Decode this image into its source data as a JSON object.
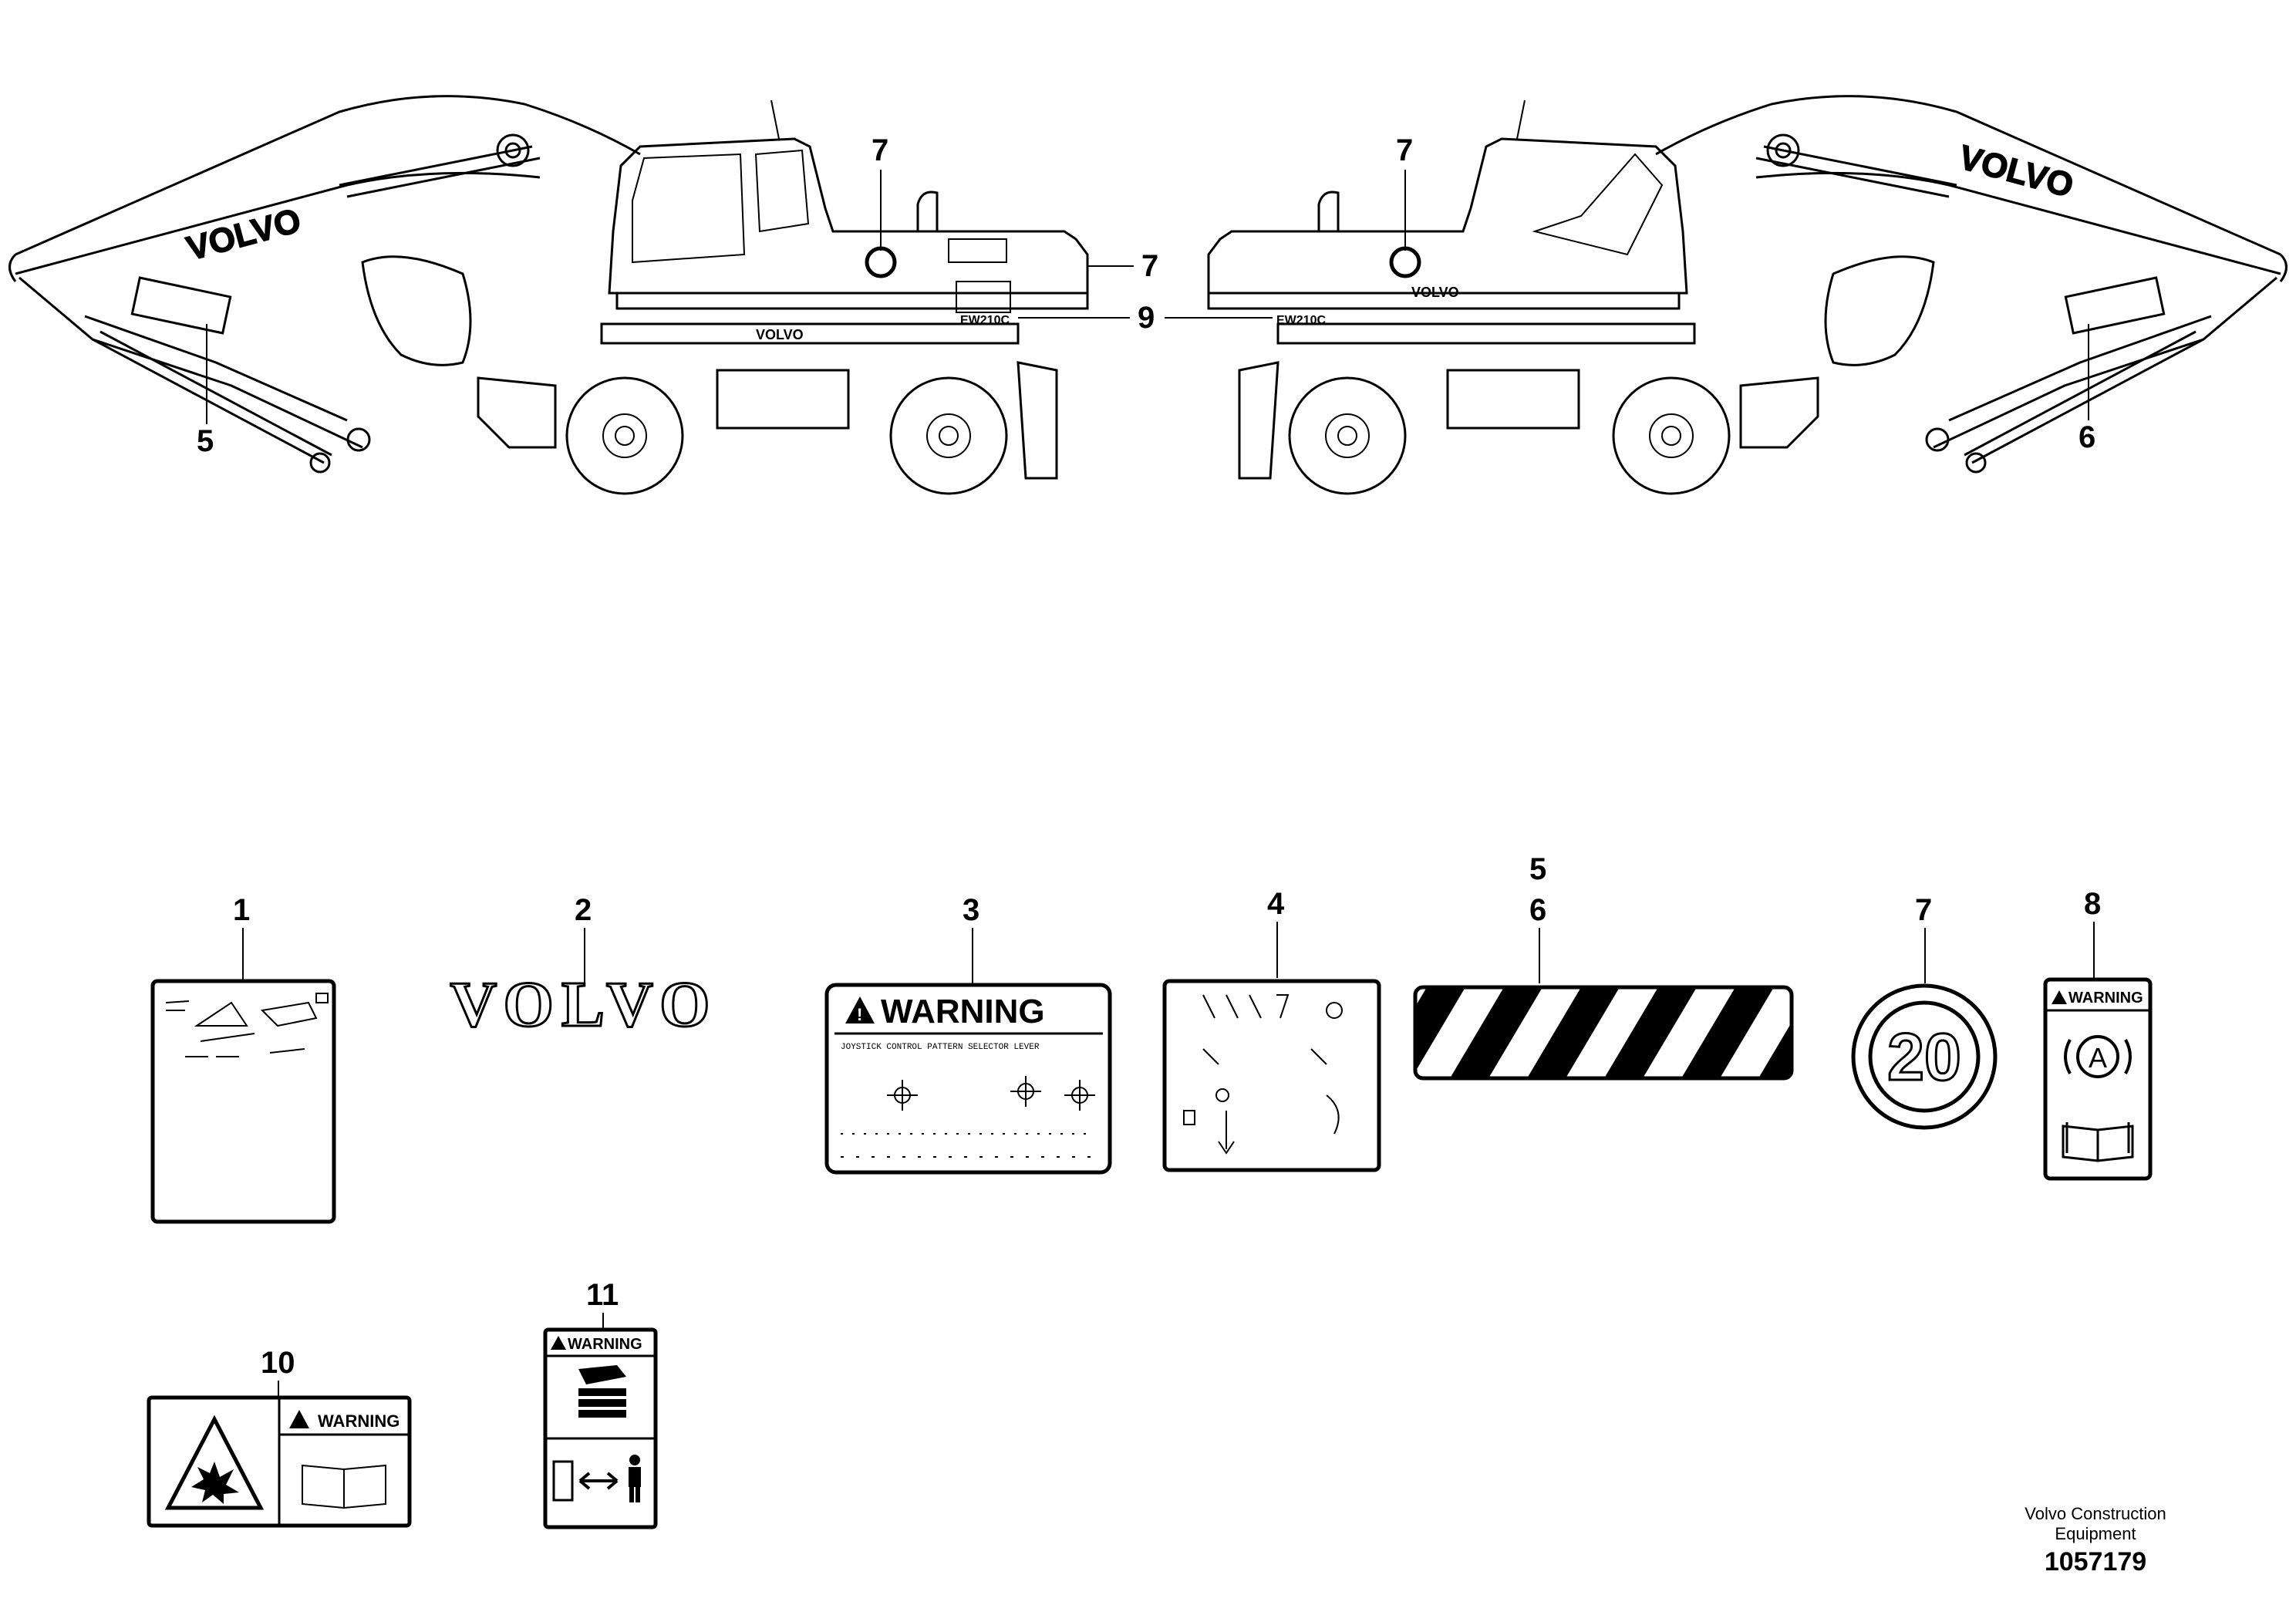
{
  "callouts": {
    "top_left_7": "7",
    "top_left_7b": "7",
    "top_left_9": "9",
    "top_left_5": "5",
    "top_right_7": "7",
    "top_right_6": "6",
    "part_1": "1",
    "part_2": "2",
    "part_3": "3",
    "part_4": "4",
    "part_5": "5",
    "part_6": "6",
    "part_7": "7",
    "part_8": "8",
    "part_10": "10",
    "part_11": "11"
  },
  "machine": {
    "brand_left": "VOLVO",
    "brand_right": "VOLVO",
    "cab_brand_left": "VOLVO",
    "cab_brand_right": "VOLVO",
    "model_left": "EW210C",
    "model_right": "EW210C"
  },
  "decals": {
    "volvo_logo": "VOLVO",
    "warning_3_title": "WARNING",
    "warning_3_subtitle": "JOYSTICK CONTROL PATTERN SELECTOR LEVER",
    "speed_7": "20",
    "warning_8_title": "WARNING",
    "warning_8_symbol": "A",
    "warning_10_title": "WARNING",
    "warning_11_title": "WARNING"
  },
  "footer": {
    "company_line1": "Volvo Construction",
    "company_line2": "Equipment",
    "drawing_number": "1057179"
  },
  "icons": [
    "warning-triangle-icon",
    "book-icon",
    "explosion-icon",
    "hand-crush-icon",
    "person-icon",
    "door-icon",
    "double-arrow-icon"
  ]
}
